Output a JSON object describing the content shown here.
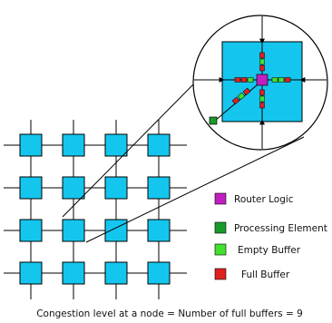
{
  "colors": {
    "node_fill": "#14c6ee",
    "router_logic": "#c020c0",
    "processing_element": "#1a9a2a",
    "empty_buffer": "#44e030",
    "full_buffer": "#e02020",
    "line": "#000000"
  },
  "legend": [
    {
      "key": "router_logic",
      "label": "Router Logic"
    },
    {
      "key": "processing_element",
      "label": "Processing Element"
    },
    {
      "key": "empty_buffer",
      "label": "Empty Buffer"
    },
    {
      "key": "full_buffer",
      "label": "Full Buffer"
    }
  ],
  "caption": "Congestion level at a node = Number of full buffers = 9",
  "mesh": {
    "rows": 4,
    "cols": 4
  },
  "zoom": {
    "buffer_states": {
      "north": [
        "full",
        "empty",
        "full"
      ],
      "south": [
        "full",
        "empty",
        "full"
      ],
      "west": [
        "full",
        "full",
        "empty"
      ],
      "east": [
        "empty",
        "empty",
        "full"
      ],
      "processing": [
        "full",
        "empty",
        "full"
      ]
    }
  }
}
